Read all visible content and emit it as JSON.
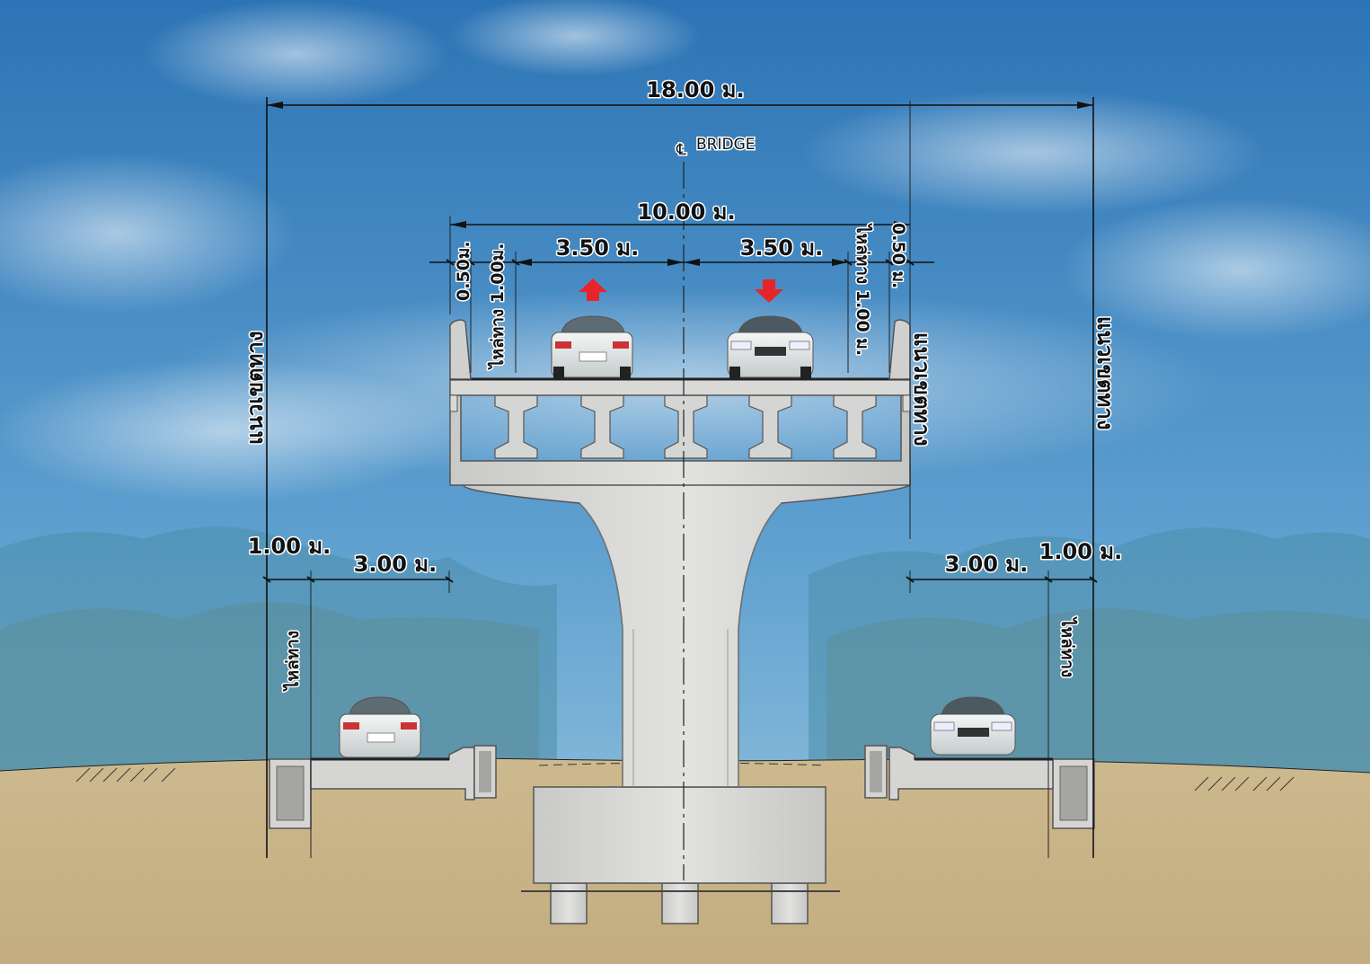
{
  "dimensions": {
    "overall": "18.00 ม.",
    "deck": "10.00 ม.",
    "lane_left": "3.50 ม.",
    "lane_right": "3.50 ม.",
    "barrier_left": "0.50ม.",
    "shoulder_left": "ไหล่ทาง 1.00ม.",
    "shoulder_right": "ไหล่ทาง 1.00 ม.",
    "barrier_right": "0.50 ม.",
    "ground_left_shoulder": "1.00 ม.",
    "ground_left_lane": "3.00 ม.",
    "ground_right_lane": "3.00 ม.",
    "ground_right_shoulder": "1.00 ม."
  },
  "labels": {
    "centerline_symbol": "℄",
    "centerline": "BRIDGE",
    "row_left": "แนวเขตทาง",
    "row_right": "แนวเขตทาง",
    "row_bridge": "แนวเขตทาง",
    "ground_shoulder_left": "ไหล่ทาง",
    "ground_shoulder_right": "ไหล่ทาง"
  },
  "traffic": {
    "left_lane_direction": "up",
    "right_lane_direction": "down",
    "arrow_color": "#e5252a"
  },
  "colors": {
    "sky_top": "#2f78b8",
    "sky_bottom": "#8fc0dc",
    "ground": "#c8b48a",
    "concrete": "#d7d7d5"
  }
}
